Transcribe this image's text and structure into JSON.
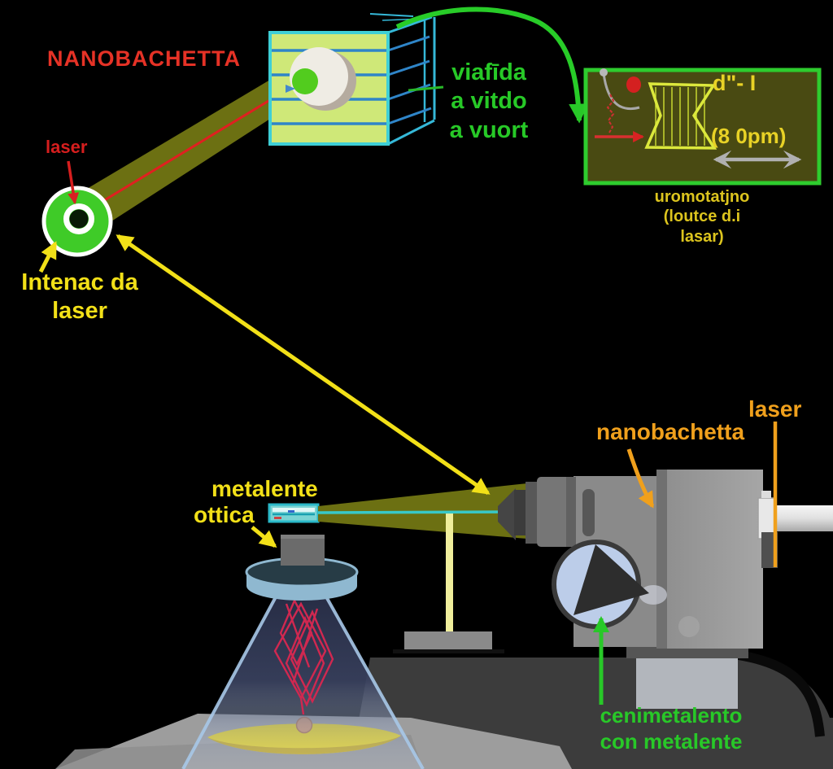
{
  "colors": {
    "background": "#000000",
    "title_red": "#e63226",
    "label_yellow": "#f2e018",
    "label_green": "#28c828",
    "label_orange": "#f0a01c",
    "inset_yellow": "#e8d226",
    "beam_olive": "#6c7012",
    "beam_axis_cyan": "#38c8c8",
    "chamber_face": "#cfe878",
    "chamber_edge": "#3ecfd6",
    "inset_border": "#2ecc2e",
    "source_green": "#3fcb28"
  },
  "labels": {
    "title": "NANOBACHETTA",
    "laser_source": "laser",
    "laser_aperture": [
      "Intenac da",
      "laser"
    ],
    "vacuum_window": [
      "viafīda",
      "a vitdo",
      "a vuort"
    ],
    "inset_dimension": "d\"- I",
    "inset_scale": "(8 0pm)",
    "inset_caption": [
      "uromotatjno",
      "(loutce d.i",
      "lasar)"
    ],
    "metalens": [
      "metalente",
      "ottica"
    ],
    "nanorod": "nanobachetta",
    "laser_input": "laser",
    "alignment": [
      "cenimetalento",
      "con metalente"
    ]
  }
}
